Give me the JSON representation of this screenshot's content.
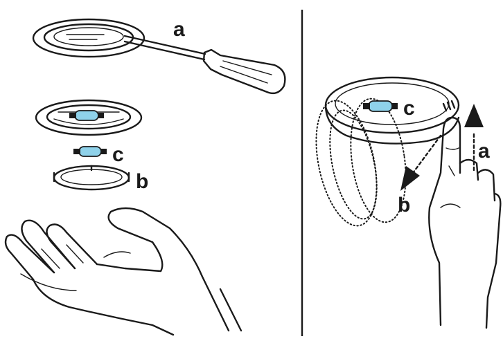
{
  "labels": {
    "left_screwdriver": "a",
    "left_bulb": "c",
    "left_cover": "b",
    "right_bulb": "c",
    "right_push_up": "a",
    "right_rotate": "b"
  },
  "colors": {
    "bulb": "#8fd2ea",
    "bulb_dark": "#3d9fc4",
    "ink": "#1a1a1a",
    "background": "#ffffff"
  }
}
